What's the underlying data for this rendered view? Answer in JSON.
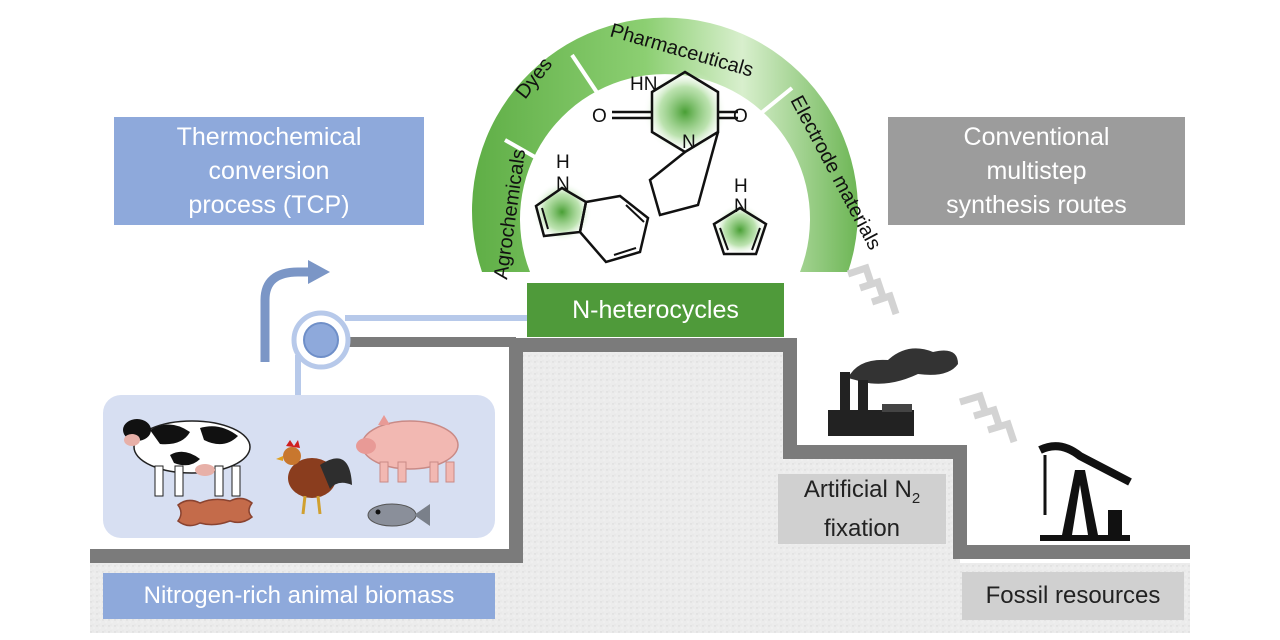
{
  "diagram": {
    "tcp_label": "Thermochemical conversion process (TCP)",
    "tcp_lines": [
      "Thermochemical",
      "conversion",
      "process (TCP)"
    ],
    "conventional_lines": [
      "Conventional",
      "multistep",
      "synthesis routes"
    ],
    "nheterocycles_label": "N-heterocycles",
    "biomass_label": "Nitrogen-rich animal biomass",
    "fixation_line1": "Artificial N",
    "fixation_subscript": "2",
    "fixation_line2": "fixation",
    "fossil_label": "Fossil resources",
    "applications": [
      "Agrochemicals",
      "Dyes",
      "Pharmaceuticals",
      "Electrode materials"
    ],
    "molecule_labels": {
      "indole_nh": "H\nN",
      "pyrrole_nh": "H\nN",
      "dkp_hn": "HN",
      "dkp_n": "N",
      "dkp_o_left": "O",
      "dkp_o_right": "O"
    },
    "colors": {
      "tcp_blue": "#8ea9db",
      "green": "#4f9a3a",
      "grey_box": "#9c9c9c",
      "light_grey_box": "#d0d0d0",
      "step_line": "#7a7a7a"
    },
    "icons": [
      "cow-icon",
      "rooster-icon",
      "pig-icon",
      "fish-icon",
      "leather-hide-icon",
      "factory-icon",
      "oil-pump-icon",
      "arrow-icon",
      "chevron-arrow-icon"
    ]
  }
}
